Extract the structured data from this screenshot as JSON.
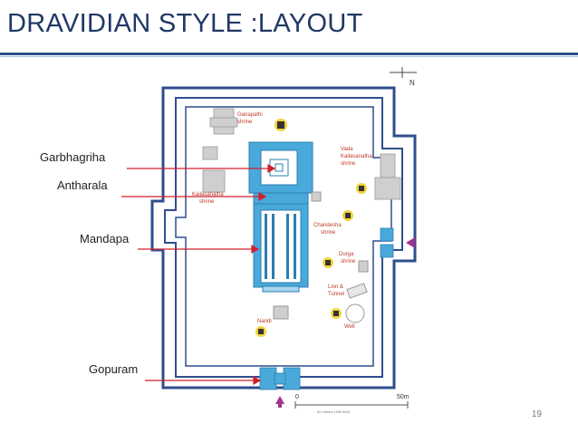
{
  "slide": {
    "title": "DRAVIDIAN STYLE :LAYOUT",
    "page_number": "19"
  },
  "labels": {
    "garbhagriha": "Garbhagriha",
    "antharala": "Antharala",
    "mandapa": "Mandapa",
    "gopuram": "Gopuram"
  },
  "plan_text": {
    "north": "N",
    "ganapathi": [
      "Ganapathi",
      "shrine"
    ],
    "vada": [
      "Vada",
      "Kailasanatha",
      "shrine"
    ],
    "kailasanatha": [
      "Kailasanatha",
      "shrine"
    ],
    "chandesha": [
      "Chandesha",
      "shrine"
    ],
    "durga": [
      "Durga",
      "shrine"
    ],
    "lion": [
      "Lion &",
      "Tunnel"
    ],
    "well": "Well",
    "nandi": "Nandi",
    "scale_zero": "0",
    "scale_end": "50m",
    "scale_sub": "50 meters (165 feet)"
  },
  "colors": {
    "title": "#1f3864",
    "temple_blue": "#4aa9db",
    "wall": "#2f4e8e",
    "arrow_red": "#d0212d",
    "arrow_purple": "#a0338f"
  }
}
